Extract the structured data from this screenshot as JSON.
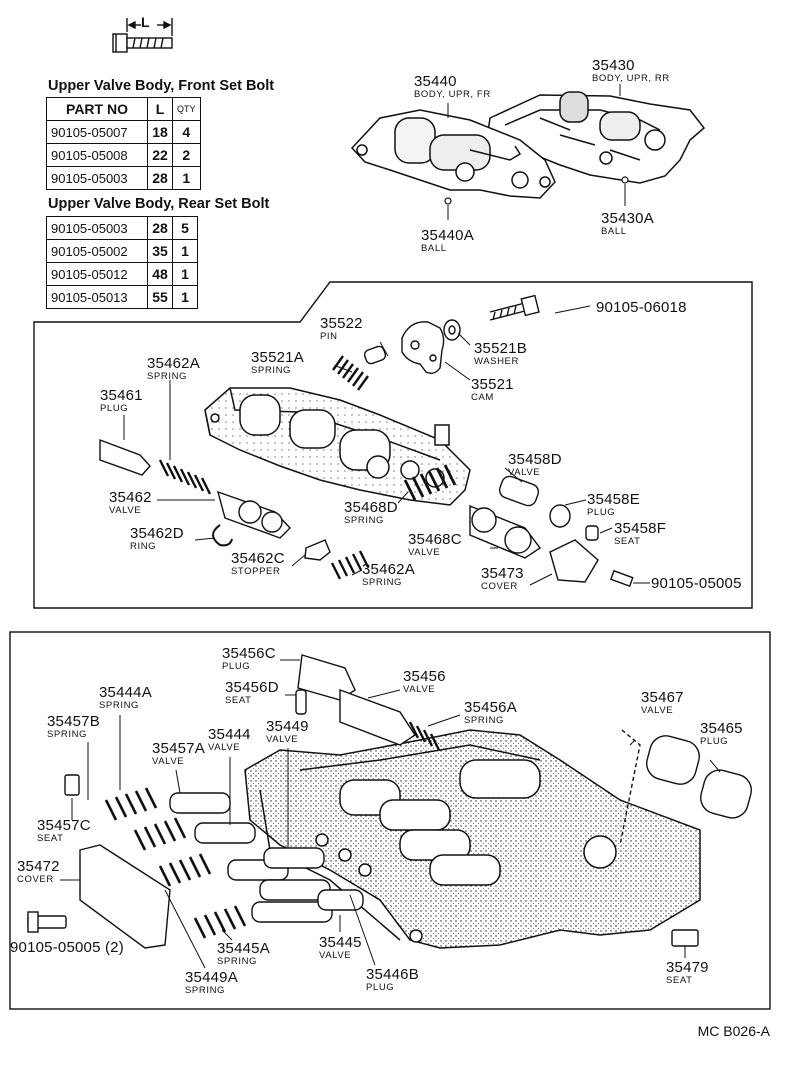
{
  "dimension_icon": {
    "label": "L"
  },
  "front_table": {
    "title": "Upper Valve Body, Front Set Bolt",
    "headers": [
      "PART NO",
      "L",
      "QTY"
    ],
    "rows": [
      [
        "90105-05007",
        "18",
        "4"
      ],
      [
        "90105-05008",
        "22",
        "2"
      ],
      [
        "90105-05003",
        "28",
        "1"
      ]
    ]
  },
  "rear_table": {
    "title": "Upper Valve Body, Rear Set Bolt",
    "rows": [
      [
        "90105-05003",
        "28",
        "5"
      ],
      [
        "90105-05002",
        "35",
        "1"
      ],
      [
        "90105-05012",
        "48",
        "1"
      ],
      [
        "90105-05013",
        "55",
        "1"
      ]
    ]
  },
  "labels": {
    "p35440": {
      "num": "35440",
      "name": "BODY, UPR, FR"
    },
    "p35430": {
      "num": "35430",
      "name": "BODY, UPR, RR"
    },
    "p35440A": {
      "num": "35440A",
      "name": "BALL"
    },
    "p35430A": {
      "num": "35430A",
      "name": "BALL"
    },
    "p90105_06018": {
      "num": "90105-06018",
      "name": ""
    },
    "p35522": {
      "num": "35522",
      "name": "PIN"
    },
    "p35521B": {
      "num": "35521B",
      "name": "WASHER"
    },
    "p35521A": {
      "num": "35521A",
      "name": "SPRING"
    },
    "p35521": {
      "num": "35521",
      "name": "CAM"
    },
    "p35462A_top": {
      "num": "35462A",
      "name": "SPRING"
    },
    "p35461": {
      "num": "35461",
      "name": "PLUG"
    },
    "p35458D": {
      "num": "35458D",
      "name": "VALVE"
    },
    "p35458E": {
      "num": "35458E",
      "name": "PLUG"
    },
    "p35462": {
      "num": "35462",
      "name": "VALVE"
    },
    "p35468D": {
      "num": "35468D",
      "name": "SPRING"
    },
    "p35458F": {
      "num": "35458F",
      "name": "SEAT"
    },
    "p35462D": {
      "num": "35462D",
      "name": "RING"
    },
    "p35468C": {
      "num": "35468C",
      "name": "VALVE"
    },
    "p35462C": {
      "num": "35462C",
      "name": "STOPPER"
    },
    "p35462A_bot": {
      "num": "35462A",
      "name": "SPRING"
    },
    "p35473": {
      "num": "35473",
      "name": "COVER"
    },
    "p90105_05005_mid": {
      "num": "90105-05005",
      "name": ""
    },
    "p35456C": {
      "num": "35456C",
      "name": "PLUG"
    },
    "p35456": {
      "num": "35456",
      "name": "VALVE"
    },
    "p35456D": {
      "num": "35456D",
      "name": "SEAT"
    },
    "p35444A": {
      "num": "35444A",
      "name": "SPRING"
    },
    "p35456A": {
      "num": "35456A",
      "name": "SPRING"
    },
    "p35467": {
      "num": "35467",
      "name": "VALVE"
    },
    "p35457B": {
      "num": "35457B",
      "name": "SPRING"
    },
    "p35449": {
      "num": "35449",
      "name": "VALVE"
    },
    "p35465": {
      "num": "35465",
      "name": "PLUG"
    },
    "p35444": {
      "num": "35444",
      "name": "VALVE"
    },
    "p35457A": {
      "num": "35457A",
      "name": "VALVE"
    },
    "p35457C": {
      "num": "35457C",
      "name": "SEAT"
    },
    "p35472": {
      "num": "35472",
      "name": "COVER"
    },
    "p35445": {
      "num": "35445",
      "name": "VALVE"
    },
    "p90105_05005_bot": {
      "num": "90105-05005 (2)",
      "name": ""
    },
    "p35445A": {
      "num": "35445A",
      "name": "SPRING"
    },
    "p35446B": {
      "num": "35446B",
      "name": "PLUG"
    },
    "p35449A": {
      "num": "35449A",
      "name": "SPRING"
    },
    "p35479": {
      "num": "35479",
      "name": "SEAT"
    }
  },
  "reference_code": "MC B026-A"
}
